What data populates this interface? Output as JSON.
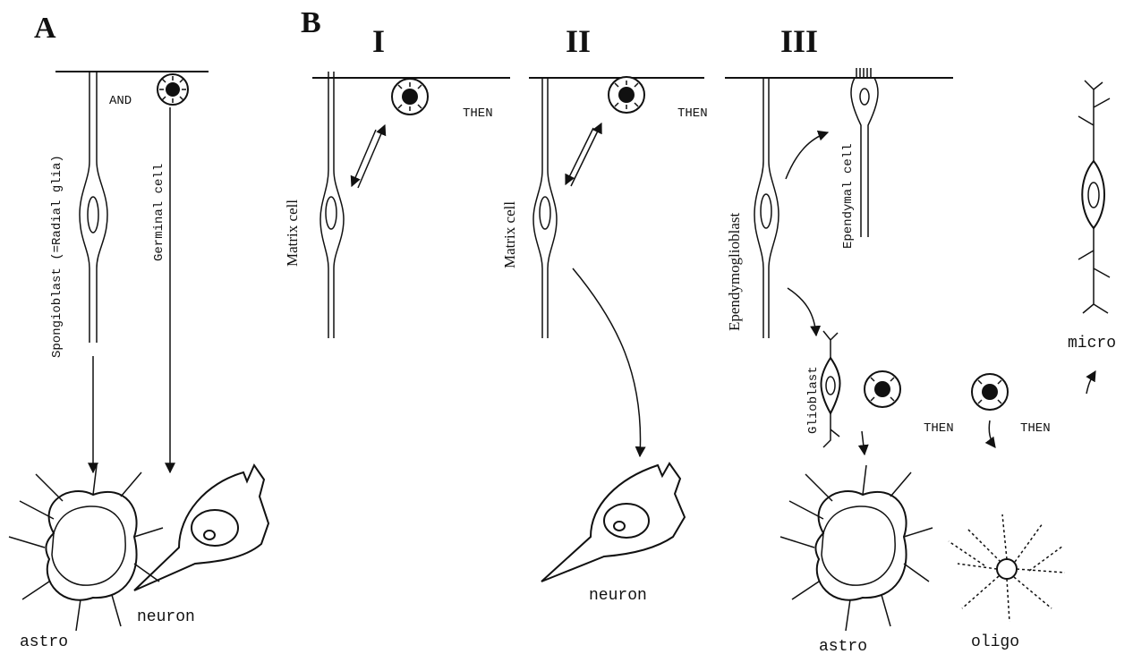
{
  "panels": {
    "a": "A",
    "b": "B",
    "stage_1": "I",
    "stage_2": "II",
    "stage_3": "III"
  },
  "labels": {
    "and": "AND",
    "then": "THEN",
    "spongioblast": "Spongioblast (=Radial glia)",
    "germinal_cell": "Germinal cell",
    "matrix_cell": "Matrix cell",
    "ependymoglioblast": "Ependymoglioblast",
    "ependymal_cell": "Ependymal cell",
    "glioblast": "Glioblast",
    "astro": "astro",
    "neuron": "neuron",
    "oligo": "oligo",
    "micro": "micro"
  }
}
